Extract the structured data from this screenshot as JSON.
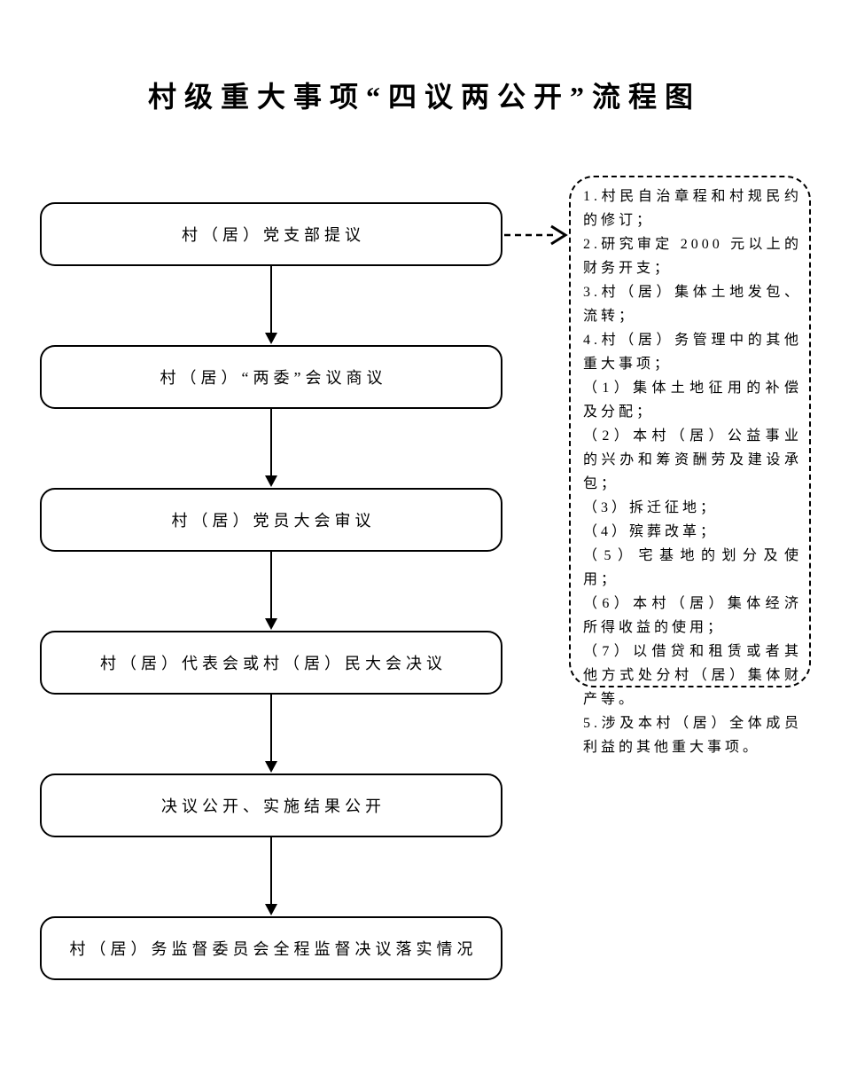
{
  "title": "村级重大事项“四议两公开”流程图",
  "flow": {
    "steps": [
      {
        "label": "村（居）党支部提议"
      },
      {
        "label": "村（居）“两委”会议商议"
      },
      {
        "label": "村（居）党员大会审议"
      },
      {
        "label": "村（居）代表会或村（居）民大会决议"
      },
      {
        "label": "决议公开、实施结果公开"
      },
      {
        "label": "村（居）务监督委员会全程监督决议落实情况"
      }
    ]
  },
  "note": {
    "items": [
      "1.村民自治章程和村规民约的修订；",
      "2.研究审定 2000 元以上的财务开支；",
      "3.村（居）集体土地发包、流转；",
      "4.村（居）务管理中的其他重大事项；",
      "（1）集体土地征用的补偿及分配；",
      "（2）本村（居）公益事业的兴办和筹资酬劳及建设承包；",
      "（3）拆迁征地；",
      "（4）殡葬改革；",
      "（5）宅基地的划分及使用；",
      "（6）本村（居）集体经济所得收益的使用；",
      "（7）以借贷和租赁或者其他方式处分村（居）集体财产等。",
      "5.涉及本村（居）全体成员利益的其他重大事项。"
    ]
  },
  "colors": {
    "line": "#000000",
    "background": "#ffffff"
  }
}
